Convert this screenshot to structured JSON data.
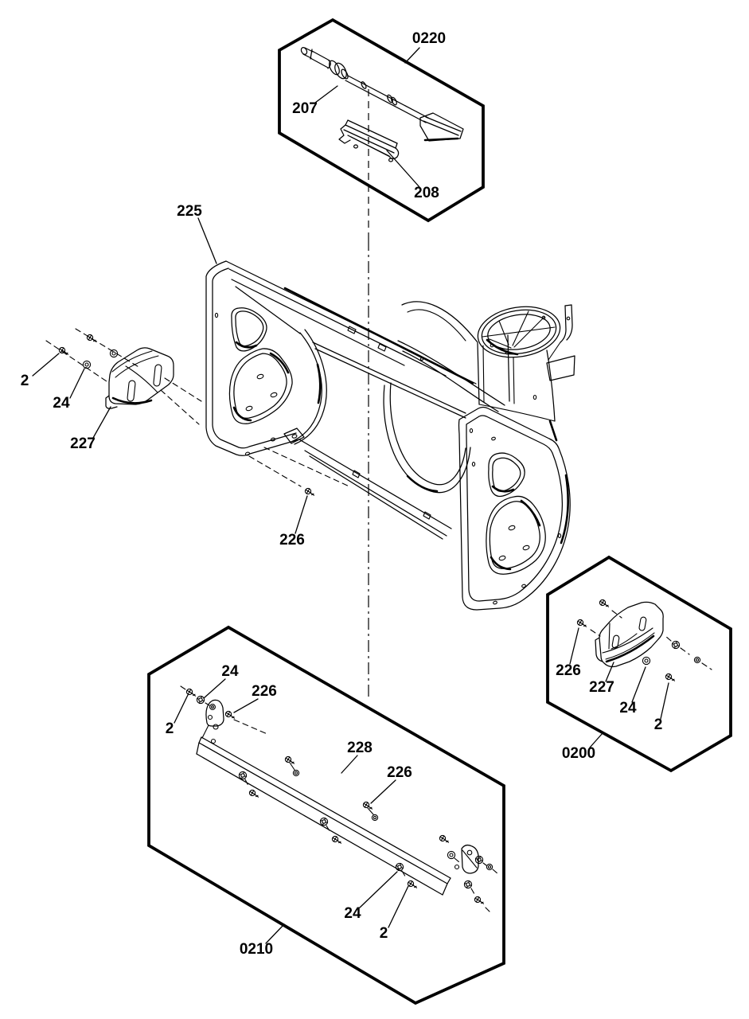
{
  "diagram": {
    "type": "exploded-parts-diagram",
    "background_color": "#ffffff",
    "line_color": "#000000"
  },
  "part_numbers": {
    "p0220": "0220",
    "p0200": "0200",
    "p0210": "0210",
    "p2": "2",
    "p24": "24",
    "p207": "207",
    "p208": "208",
    "p225": "225",
    "p226": "226",
    "p227": "227",
    "p228": "228"
  }
}
